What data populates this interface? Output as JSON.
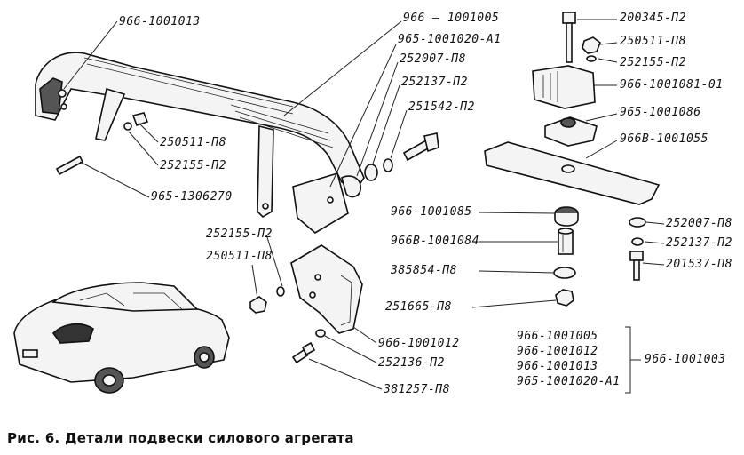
{
  "labels": {
    "p966_1001013": "966-1001013",
    "p966_1001005": "966 — 1001005",
    "p965_1001020_a1": "965-1001020-A1",
    "p252007_p8_top": "252007-П8",
    "p252137_p2_top": "252137-П2",
    "p251542_p2": "251542-П2",
    "p250511_p8_left": "250511-П8",
    "p252155_p2_left": "252155-П2",
    "p965_1306270": "965-1306270",
    "p200345_p2": "200345-П2",
    "p250511_p8_right": "250511-П8",
    "p252155_p2_right": "252155-П2",
    "p966_1001081_01": "966-1001081-01",
    "p965_1001086": "965-1001086",
    "p966b_1001055": "966В-1001055",
    "p966_1001085": "966-1001085",
    "p966b_1001084": "966В-1001084",
    "p385854_p8": "385854-П8",
    "p251665_p8": "251665-П8",
    "p252007_p8_right": "252007-П8",
    "p252137_p2_right": "252137-П2",
    "p201537_p8": "201537-П8",
    "p252155_p2_mid": "252155-П2",
    "p250511_p8_mid": "250511-П8",
    "p966_1001012": "966-1001012",
    "p252136_p2": "252136-П2",
    "p381257_p8": "381257-П8"
  },
  "assembly": {
    "items": [
      "966-1001005",
      "966-1001012",
      "966-1001013",
      "965-1001020-A1"
    ],
    "result": "966-1001003"
  },
  "caption": "Рис. 6. Детали подвески силового агрегата"
}
